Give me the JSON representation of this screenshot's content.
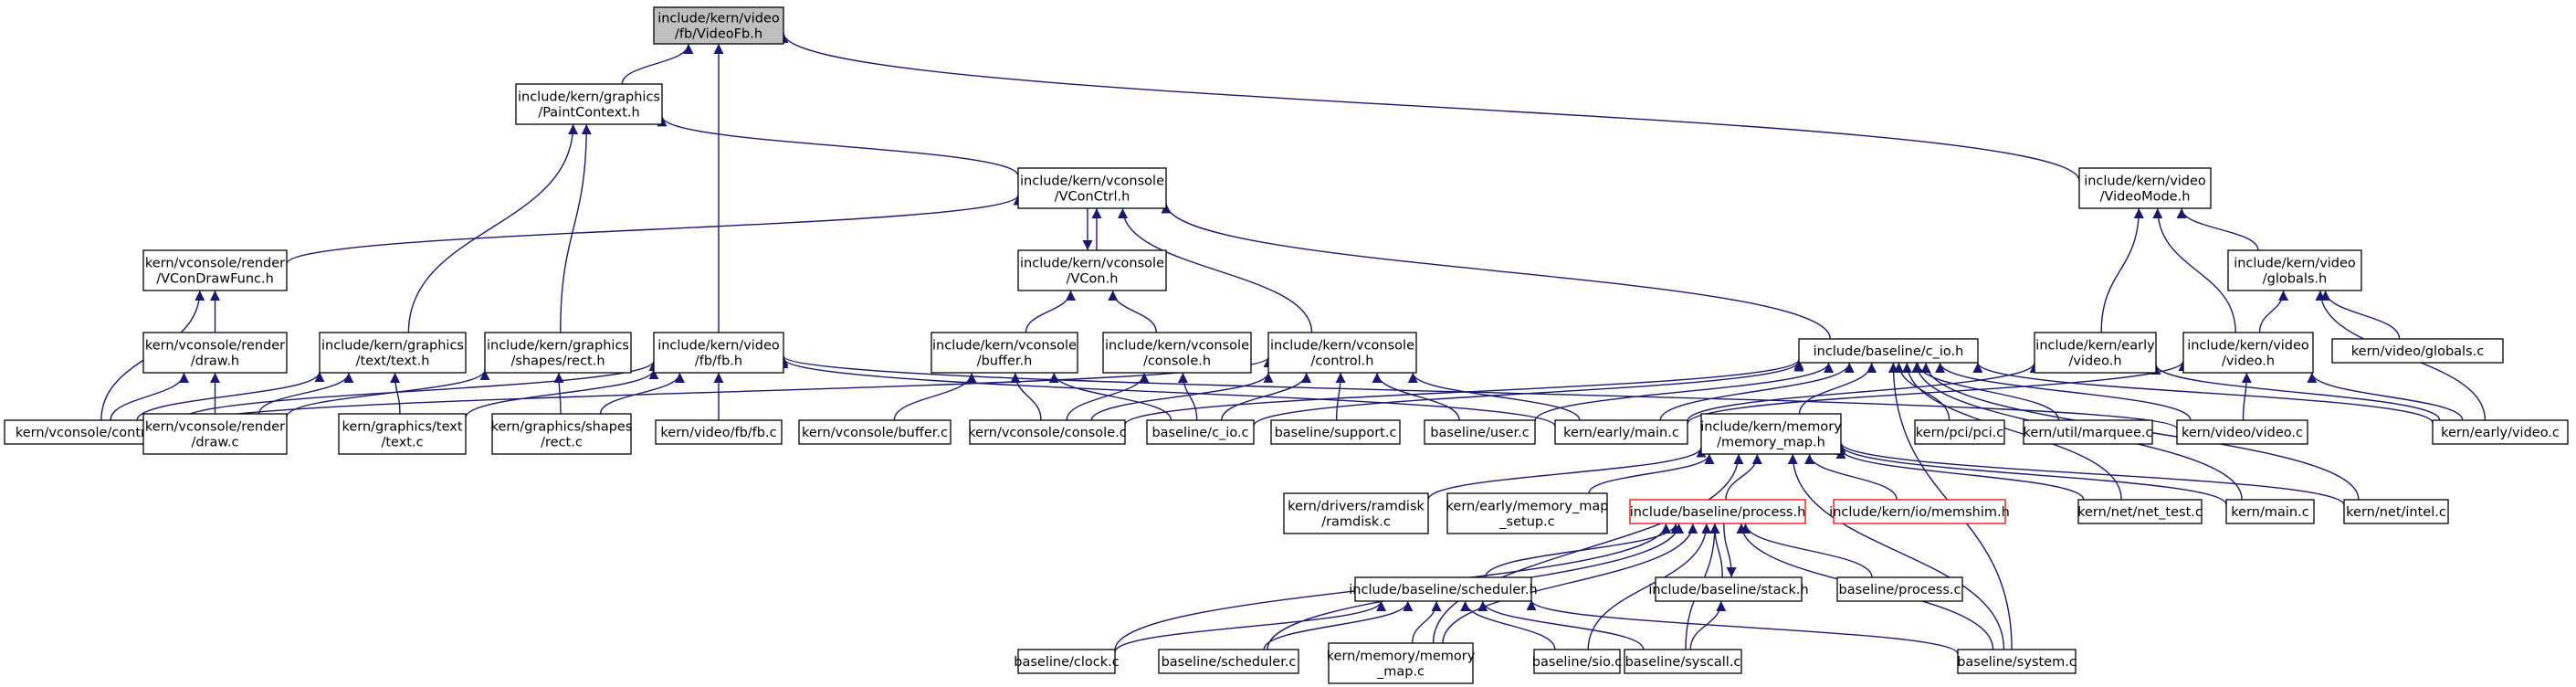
{
  "edge_color": "#191970",
  "root_fill": "#bfbfbf",
  "missing_border_color": "#ff0000",
  "nodes": [
    {
      "id": "videofb",
      "lines": [
        "include/kern/video",
        "/fb/VideoFb.h"
      ],
      "kind": "root"
    },
    {
      "id": "paintctx",
      "lines": [
        "include/kern/graphics",
        "/PaintContext.h"
      ]
    },
    {
      "id": "vconctrl",
      "lines": [
        "include/kern/vconsole",
        "/VConCtrl.h"
      ]
    },
    {
      "id": "videomode",
      "lines": [
        "include/kern/video",
        "/VideoMode.h"
      ]
    },
    {
      "id": "vcondrawfunc",
      "lines": [
        "kern/vconsole/render",
        "/VConDrawFunc.h"
      ]
    },
    {
      "id": "vcon",
      "lines": [
        "include/kern/vconsole",
        "/VCon.h"
      ]
    },
    {
      "id": "videoglobals",
      "lines": [
        "include/kern/video",
        "/globals.h"
      ]
    },
    {
      "id": "renderdraw",
      "lines": [
        "kern/vconsole/render",
        "/draw.h"
      ]
    },
    {
      "id": "texth",
      "lines": [
        "include/kern/graphics",
        "/text/text.h"
      ]
    },
    {
      "id": "recth",
      "lines": [
        "include/kern/graphics",
        "/shapes/rect.h"
      ]
    },
    {
      "id": "fbh",
      "lines": [
        "include/kern/video",
        "/fb/fb.h"
      ]
    },
    {
      "id": "bufferh",
      "lines": [
        "include/kern/vconsole",
        "/buffer.h"
      ]
    },
    {
      "id": "consoleh",
      "lines": [
        "include/kern/vconsole",
        "/console.h"
      ]
    },
    {
      "id": "controlh",
      "lines": [
        "include/kern/vconsole",
        "/control.h"
      ]
    },
    {
      "id": "cioh",
      "lines": [
        "include/baseline/c_io.h"
      ]
    },
    {
      "id": "earlyvideoh",
      "lines": [
        "include/kern/early",
        "/video.h"
      ]
    },
    {
      "id": "videoh",
      "lines": [
        "include/kern/video",
        "/video.h"
      ]
    },
    {
      "id": "globalsc",
      "lines": [
        "kern/video/globals.c"
      ]
    },
    {
      "id": "controlc",
      "lines": [
        "kern/vconsole/control.c"
      ]
    },
    {
      "id": "drawc",
      "lines": [
        "kern/vconsole/render",
        "/draw.c"
      ]
    },
    {
      "id": "textc",
      "lines": [
        "kern/graphics/text",
        "/text.c"
      ]
    },
    {
      "id": "rectc",
      "lines": [
        "kern/graphics/shapes",
        "/rect.c"
      ]
    },
    {
      "id": "fbc",
      "lines": [
        "kern/video/fb/fb.c"
      ]
    },
    {
      "id": "bufferc",
      "lines": [
        "kern/vconsole/buffer.c"
      ]
    },
    {
      "id": "consolec",
      "lines": [
        "kern/vconsole/console.c"
      ]
    },
    {
      "id": "cioc",
      "lines": [
        "baseline/c_io.c"
      ]
    },
    {
      "id": "supportc",
      "lines": [
        "baseline/support.c"
      ]
    },
    {
      "id": "userc",
      "lines": [
        "baseline/user.c"
      ]
    },
    {
      "id": "earlymainc",
      "lines": [
        "kern/early/main.c"
      ]
    },
    {
      "id": "memmaph",
      "lines": [
        "include/kern/memory",
        "/memory_map.h"
      ]
    },
    {
      "id": "pcic",
      "lines": [
        "kern/pci/pci.c"
      ]
    },
    {
      "id": "marqueec",
      "lines": [
        "kern/util/marquee.c"
      ]
    },
    {
      "id": "videoc",
      "lines": [
        "kern/video/video.c"
      ]
    },
    {
      "id": "earlyvideoc",
      "lines": [
        "kern/early/video.c"
      ]
    },
    {
      "id": "ramdiskc",
      "lines": [
        "kern/drivers/ramdisk",
        "/ramdisk.c"
      ]
    },
    {
      "id": "memmapsetupc",
      "lines": [
        "kern/early/memory_map",
        "_setup.c"
      ]
    },
    {
      "id": "processh",
      "lines": [
        "include/baseline/process.h"
      ],
      "kind": "red"
    },
    {
      "id": "memshimh",
      "lines": [
        "include/kern/io/memshim.h"
      ],
      "kind": "red"
    },
    {
      "id": "nettestc",
      "lines": [
        "kern/net/net_test.c"
      ]
    },
    {
      "id": "mainc",
      "lines": [
        "kern/main.c"
      ]
    },
    {
      "id": "intelc",
      "lines": [
        "kern/net/intel.c"
      ]
    },
    {
      "id": "schedulerh",
      "lines": [
        "include/baseline/scheduler.h"
      ]
    },
    {
      "id": "stackh",
      "lines": [
        "include/baseline/stack.h"
      ]
    },
    {
      "id": "processc",
      "lines": [
        "baseline/process.c"
      ]
    },
    {
      "id": "clockc",
      "lines": [
        "baseline/clock.c"
      ]
    },
    {
      "id": "schedulerc",
      "lines": [
        "baseline/scheduler.c"
      ]
    },
    {
      "id": "memmapc",
      "lines": [
        "kern/memory/memory",
        "_map.c"
      ]
    },
    {
      "id": "sioc",
      "lines": [
        "baseline/sio.c"
      ]
    },
    {
      "id": "syscallc",
      "lines": [
        "baseline/syscall.c"
      ]
    },
    {
      "id": "systemc",
      "lines": [
        "baseline/system.c"
      ]
    }
  ],
  "edges": [
    [
      "paintctx",
      "videofb"
    ],
    [
      "fbh",
      "videofb"
    ],
    [
      "videomode",
      "videofb"
    ],
    [
      "vconctrl",
      "paintctx"
    ],
    [
      "texth",
      "paintctx"
    ],
    [
      "recth",
      "paintctx"
    ],
    [
      "vcondrawfunc",
      "vconctrl"
    ],
    [
      "vcon",
      "vconctrl"
    ],
    [
      "vconctrl",
      "vcon"
    ],
    [
      "controlh",
      "vconctrl"
    ],
    [
      "cioh",
      "vconctrl"
    ],
    [
      "earlyvideoh",
      "videomode"
    ],
    [
      "videoh",
      "videomode"
    ],
    [
      "videoglobals",
      "videomode"
    ],
    [
      "controlc",
      "vcondrawfunc"
    ],
    [
      "renderdraw",
      "vcondrawfunc"
    ],
    [
      "bufferh",
      "vcon"
    ],
    [
      "consoleh",
      "vcon"
    ],
    [
      "videoh",
      "videoglobals"
    ],
    [
      "globalsc",
      "videoglobals"
    ],
    [
      "earlyvideoc",
      "videoglobals"
    ],
    [
      "controlc",
      "renderdraw"
    ],
    [
      "drawc",
      "renderdraw"
    ],
    [
      "controlc",
      "texth"
    ],
    [
      "drawc",
      "texth"
    ],
    [
      "textc",
      "texth"
    ],
    [
      "drawc",
      "recth"
    ],
    [
      "rectc",
      "recth"
    ],
    [
      "controlc",
      "fbh"
    ],
    [
      "textc",
      "fbh"
    ],
    [
      "rectc",
      "fbh"
    ],
    [
      "fbc",
      "fbh"
    ],
    [
      "earlymainc",
      "fbh"
    ],
    [
      "videoc",
      "fbh"
    ],
    [
      "bufferc",
      "bufferh"
    ],
    [
      "consolec",
      "bufferh"
    ],
    [
      "cioc",
      "bufferh"
    ],
    [
      "consolec",
      "consoleh"
    ],
    [
      "cioc",
      "consoleh"
    ],
    [
      "controlc",
      "controlh"
    ],
    [
      "consolec",
      "controlh"
    ],
    [
      "cioc",
      "controlh"
    ],
    [
      "supportc",
      "controlh"
    ],
    [
      "userc",
      "controlh"
    ],
    [
      "earlymainc",
      "controlh"
    ],
    [
      "consolec",
      "cioh"
    ],
    [
      "cioc",
      "cioh"
    ],
    [
      "userc",
      "cioh"
    ],
    [
      "earlymainc",
      "cioh"
    ],
    [
      "memmaph",
      "cioh"
    ],
    [
      "pcic",
      "cioh"
    ],
    [
      "marqueec",
      "cioh"
    ],
    [
      "videoc",
      "cioh"
    ],
    [
      "earlyvideoc",
      "cioh"
    ],
    [
      "nettestc",
      "cioh"
    ],
    [
      "mainc",
      "cioh"
    ],
    [
      "intelc",
      "cioh"
    ],
    [
      "systemc",
      "cioh"
    ],
    [
      "earlymainc",
      "earlyvideoh"
    ],
    [
      "earlyvideoc",
      "earlyvideoh"
    ],
    [
      "earlymainc",
      "videoh"
    ],
    [
      "videoc",
      "videoh"
    ],
    [
      "earlyvideoc",
      "videoh"
    ],
    [
      "ramdiskc",
      "memmaph"
    ],
    [
      "memmapsetupc",
      "memmaph"
    ],
    [
      "processh",
      "memmaph"
    ],
    [
      "memshimh",
      "memmaph"
    ],
    [
      "nettestc",
      "memmaph"
    ],
    [
      "mainc",
      "memmaph"
    ],
    [
      "intelc",
      "memmaph"
    ],
    [
      "memmapc",
      "memmaph"
    ],
    [
      "systemc",
      "memmaph"
    ],
    [
      "schedulerh",
      "processh"
    ],
    [
      "stackh",
      "processh"
    ],
    [
      "processc",
      "processh"
    ],
    [
      "clockc",
      "processh"
    ],
    [
      "schedulerc",
      "processh"
    ],
    [
      "memmapc",
      "processh"
    ],
    [
      "sioc",
      "processh"
    ],
    [
      "syscallc",
      "processh"
    ],
    [
      "systemc",
      "processh"
    ],
    [
      "processh",
      "stackh"
    ],
    [
      "clockc",
      "schedulerh"
    ],
    [
      "schedulerc",
      "schedulerh"
    ],
    [
      "memmapc",
      "schedulerh"
    ],
    [
      "sioc",
      "schedulerh"
    ],
    [
      "syscallc",
      "schedulerh"
    ],
    [
      "systemc",
      "schedulerh"
    ],
    [
      "syscallc",
      "stackh"
    ]
  ]
}
